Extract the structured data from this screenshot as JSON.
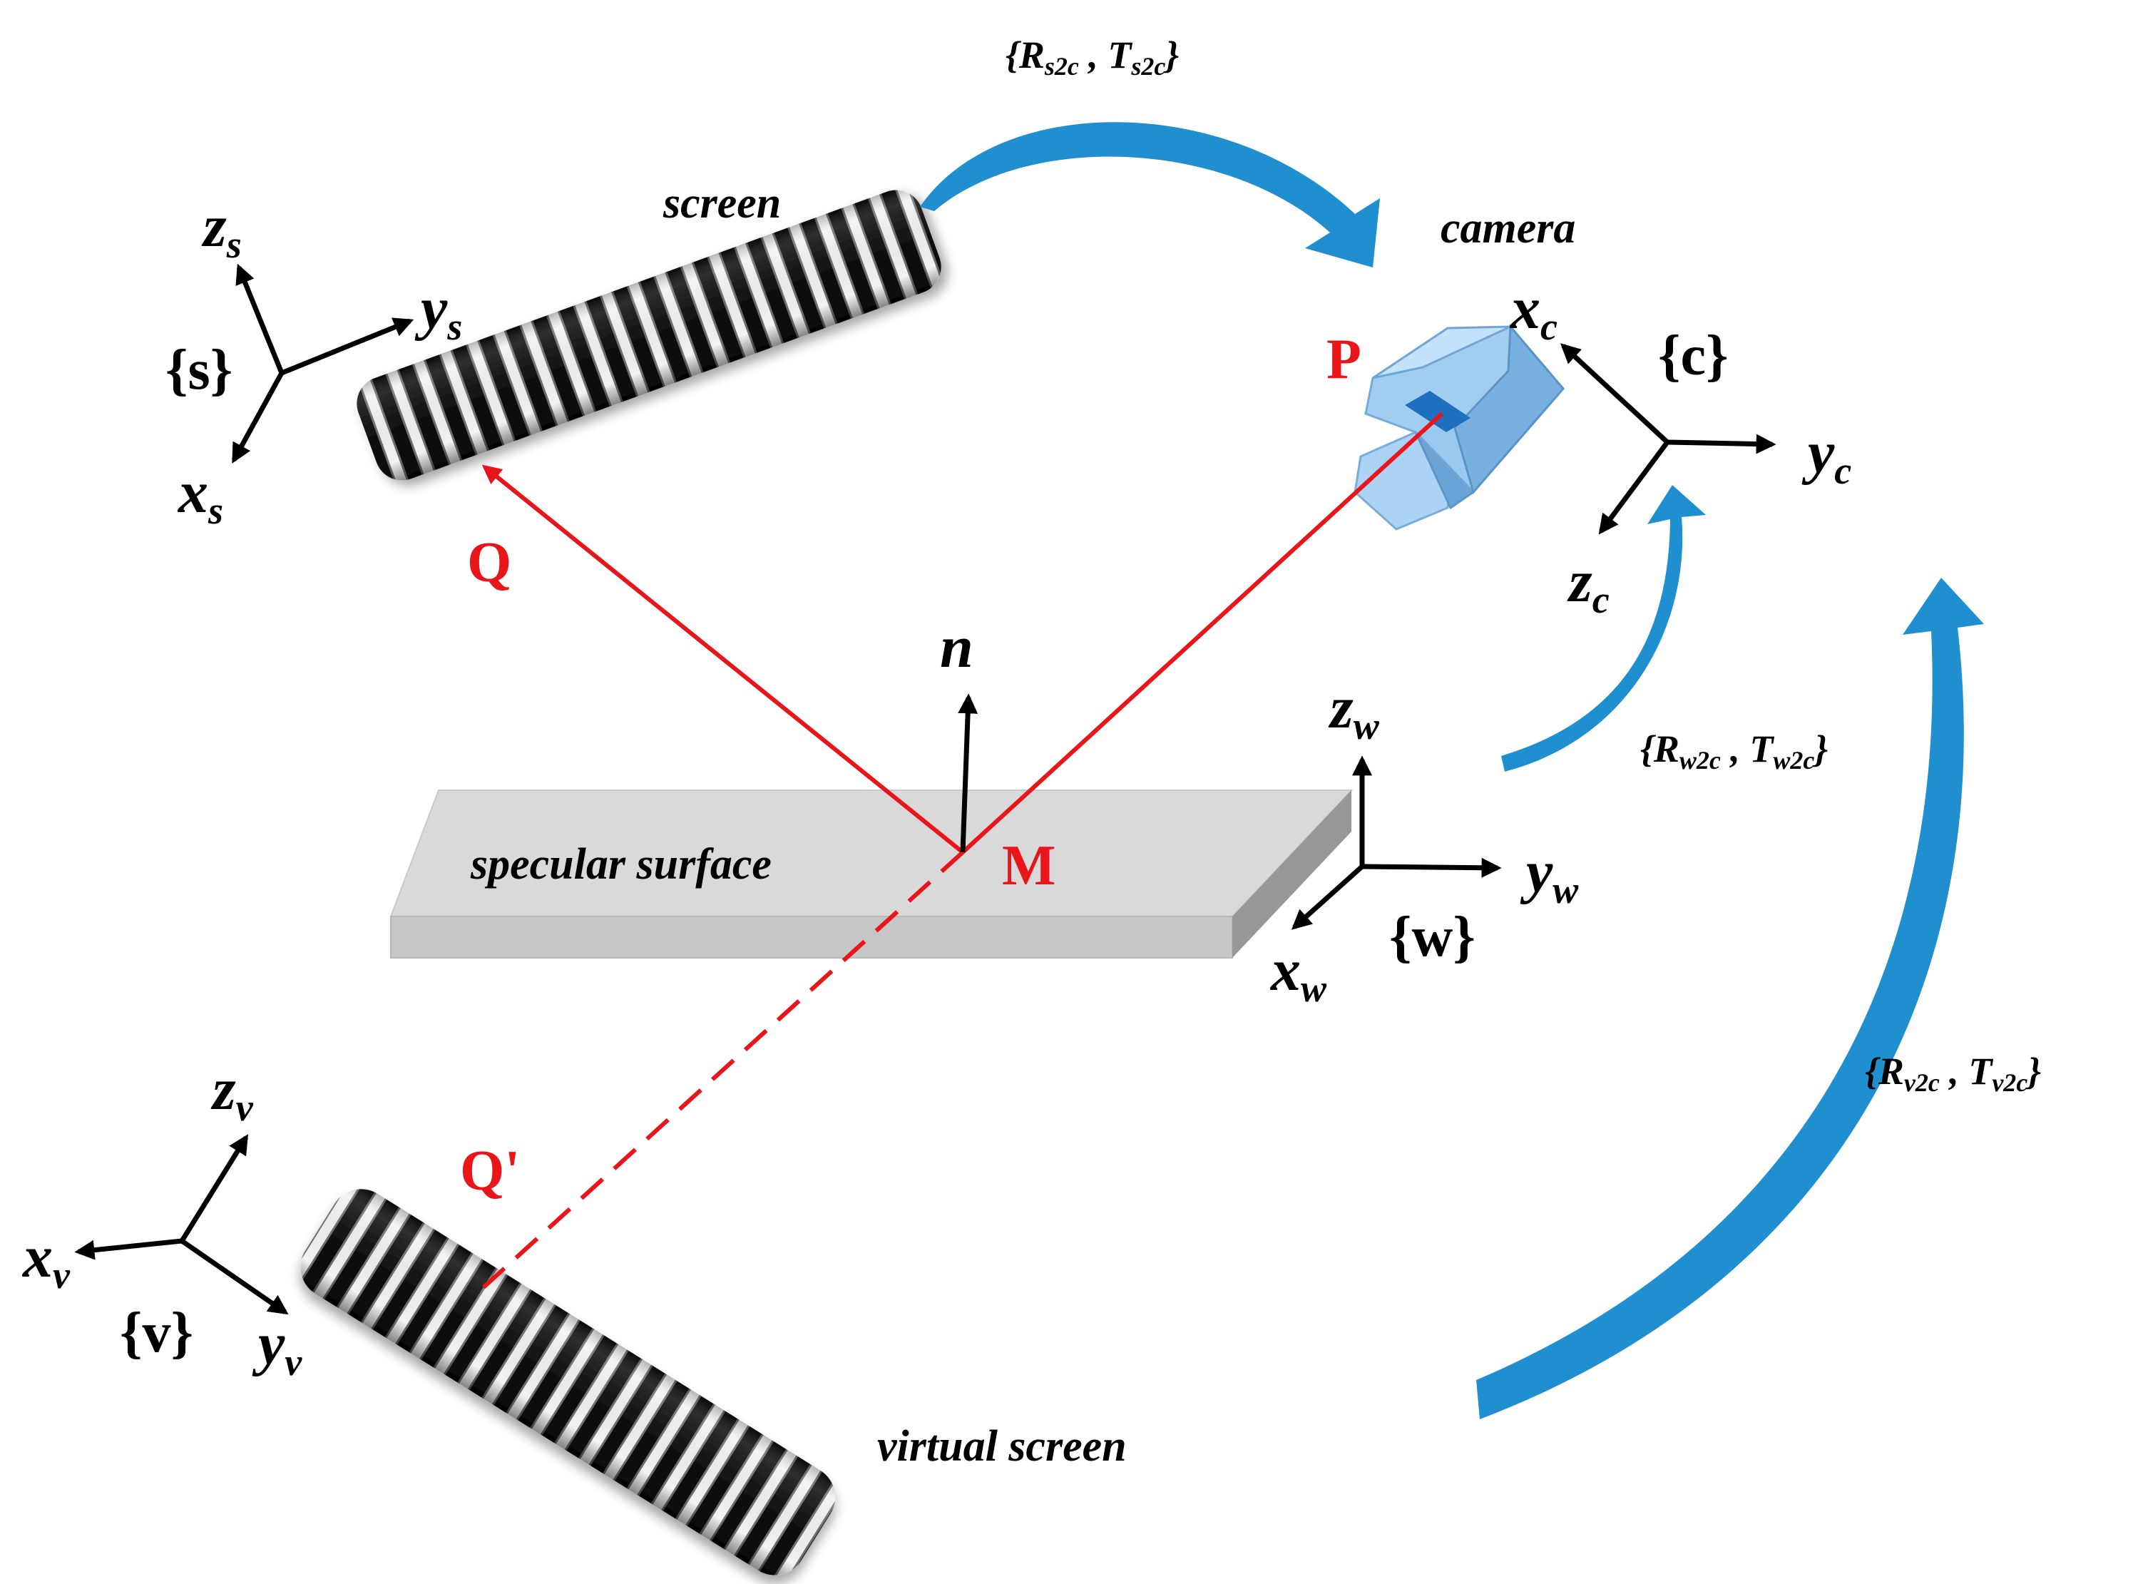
{
  "labels": {
    "screen": "screen",
    "camera": "camera",
    "specular_surface": "specular surface",
    "virtual_screen": "virtual screen"
  },
  "points": {
    "P": "P",
    "Q": "Q",
    "M": "M",
    "Q_prime": "Q'",
    "normal": "n"
  },
  "frames": {
    "s": {
      "name": "{s}",
      "x": "x",
      "y": "y",
      "z": "z",
      "sub": "s"
    },
    "c": {
      "name": "{c}",
      "x": "x",
      "y": "y",
      "z": "z",
      "sub": "c"
    },
    "w": {
      "name": "{w}",
      "x": "x",
      "y": "y",
      "z": "z",
      "sub": "w"
    },
    "v": {
      "name": "{v}",
      "x": "x",
      "y": "y",
      "z": "z",
      "sub": "v"
    }
  },
  "transforms": {
    "s2c": {
      "open": "{",
      "R": "R",
      "sep": " , ",
      "T": "T",
      "sub": "s2c",
      "close": "}"
    },
    "w2c": {
      "open": "{",
      "R": "R",
      "sep": " , ",
      "T": "T",
      "sub": "w2c",
      "close": "}"
    },
    "v2c": {
      "open": "{",
      "R": "R",
      "sep": " , ",
      "T": "T",
      "sub": "v2c",
      "close": "}"
    }
  },
  "colors": {
    "ray": "#e8161b",
    "arrow_blue": "#1f8fd0",
    "camera_body": "#8fc4ef",
    "surface_top": "#d9d9d9",
    "surface_front": "#c4c4c4",
    "surface_side": "#9a9a9a"
  }
}
